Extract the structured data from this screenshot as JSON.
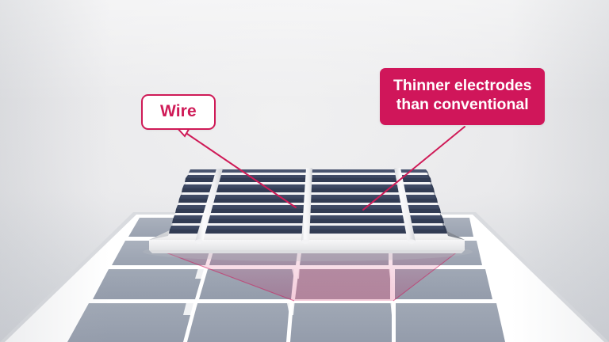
{
  "scene": {
    "title": "Solar cell wire and electrode magnification diagram",
    "background_color": "#e9eaec",
    "accent_color": "#d0165a"
  },
  "callouts": [
    {
      "id": "wire",
      "label": "Wire",
      "style": "outline",
      "text_color": "#cf1a57",
      "fill_color": "#ffffff",
      "border_color": "#cf1a57"
    },
    {
      "id": "thinner-electrodes",
      "label": "Thinner electrodes\nthan conventional",
      "style": "solid",
      "text_color": "#ffffff",
      "fill_color": "#d0165a",
      "border_color": "#d0165a"
    }
  ],
  "magnified_cell": {
    "name": "magnified-solar-cell",
    "electrode_color": "#3b4660",
    "electrode_count": 10,
    "wire_color": "#e9eaec",
    "wire_count": 3,
    "base_color": "#f4f4f5"
  },
  "panel": {
    "name": "solar-panel",
    "cell_color": "#a3abb8",
    "gap_color": "#ffffff",
    "frame_color": "#d6d8dc",
    "columns": 4,
    "rows": 5,
    "highlighted_cell_color": "#4a3550"
  },
  "magnifier_cone": {
    "name": "magnification-cone",
    "fill_color": "#d0165a",
    "opacity": 0.18
  }
}
